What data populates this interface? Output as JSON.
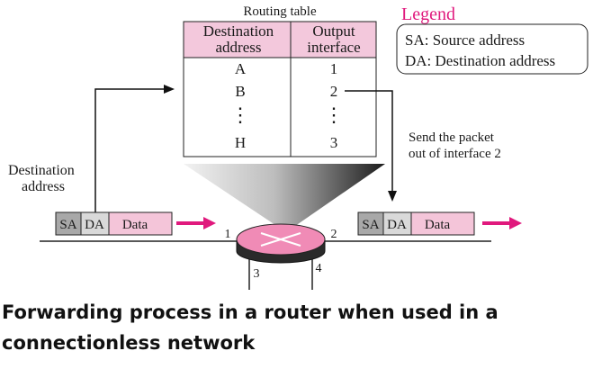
{
  "routing_table": {
    "title": "Routing table",
    "headers": [
      "Destination address",
      "Output interface"
    ],
    "header_lines": [
      [
        "Destination",
        "address"
      ],
      [
        "Output",
        "interface"
      ]
    ],
    "rows": [
      {
        "destination": "A",
        "interface": "1"
      },
      {
        "destination": "B",
        "interface": "2"
      },
      {
        "destination": "⋮",
        "interface": "⋮"
      },
      {
        "destination": "H",
        "interface": "3"
      }
    ]
  },
  "legend": {
    "title": "Legend",
    "items": [
      "SA: Source address",
      "DA: Destination address"
    ]
  },
  "labels": {
    "destination_address": [
      "Destination",
      "address"
    ],
    "send_packet": [
      "Send the packet",
      "out of interface 2"
    ]
  },
  "packet": {
    "fields": [
      "SA",
      "DA",
      "Data"
    ]
  },
  "router": {
    "interfaces": [
      "1",
      "2",
      "3",
      "4"
    ]
  },
  "caption": [
    "Forwarding process in a router when used in a",
    "connectionless network"
  ],
  "colors": {
    "accent": "#e0197d",
    "header_fill": "#f3c8dc",
    "data_fill": "#f4c5d9",
    "sa_fill": "#a8a8a8",
    "da_fill": "#d9d9d9",
    "router_fill": "#f08bb6"
  }
}
